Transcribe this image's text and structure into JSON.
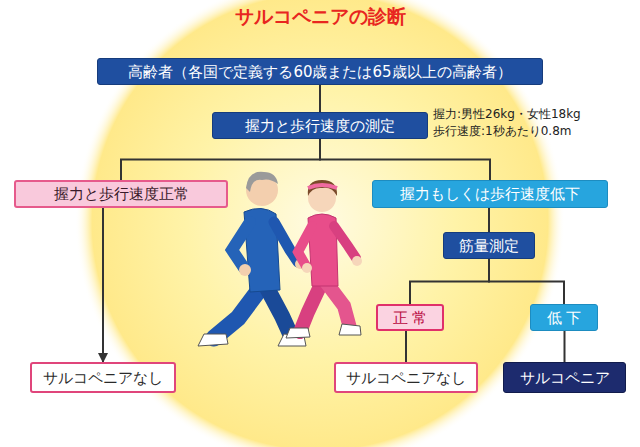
{
  "diagram": {
    "title": "サルコペニアの診断",
    "nodes": [
      {
        "text": [
          "高齢者（各国で定義する60歳または65歳以上の高齢者）"
        ]
      },
      {
        "text": [
          "握力と歩行速度の測定"
        ]
      },
      {
        "text": [
          "握力と歩行速度正常"
        ]
      },
      {
        "text": [
          "握力もしくは歩行速度低下"
        ]
      },
      {
        "text": [
          "筋量測定"
        ]
      },
      {
        "text": [
          "正 常"
        ]
      },
      {
        "text": [
          "低 下"
        ]
      },
      {
        "text": [
          "サルコペニアなし"
        ]
      },
      {
        "text": [
          "サルコペニアなし"
        ]
      },
      {
        "text": [
          "サルコペニア"
        ]
      }
    ],
    "edges": [
      {
        "from": 0,
        "to": 1,
        "arrow": "none"
      },
      {
        "from": 1,
        "to": 2,
        "arrow": "none"
      },
      {
        "from": 1,
        "to": 3,
        "arrow": "none"
      },
      {
        "from": 2,
        "to": 7,
        "arrow": "to"
      },
      {
        "from": 3,
        "to": 4,
        "arrow": "none"
      },
      {
        "from": 4,
        "to": 5,
        "arrow": "none"
      },
      {
        "from": 4,
        "to": 6,
        "arrow": "none"
      },
      {
        "from": 5,
        "to": 8,
        "arrow": "none"
      },
      {
        "from": 6,
        "to": 9,
        "arrow": "none"
      }
    ],
    "labels": [
      "握力:男性26kg・女性18kg",
      "歩行速度:1秒あたり0.8m"
    ]
  }
}
